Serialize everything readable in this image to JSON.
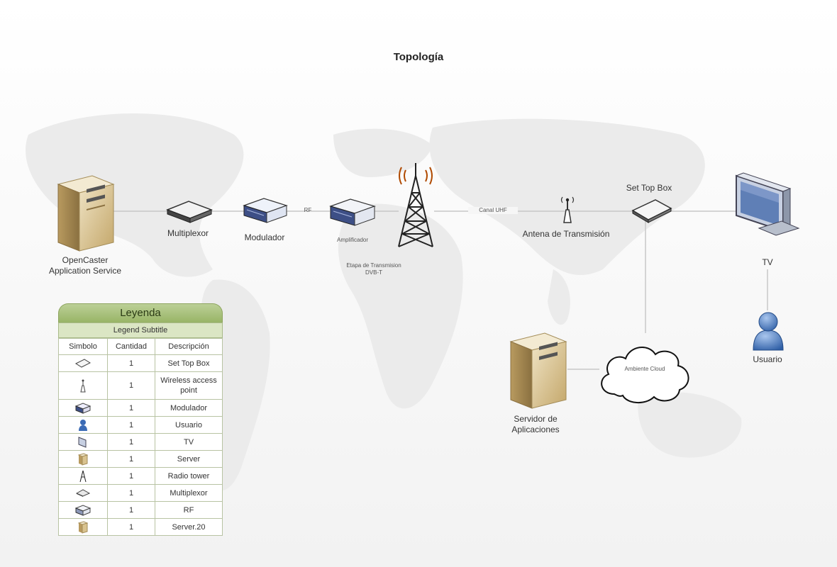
{
  "diagram": {
    "title": "Topología",
    "nodes": {
      "opencaster": "OpenCaster\nApplication Service",
      "multiplexor": "Multiplexor",
      "modulador": "Modulador",
      "rf_link": "RF",
      "amplificador": "Amplificador",
      "etapa": "Etapa de Transmision\nDVB-T",
      "canal": "Canal UHF",
      "antena": "Antena de Transmisión",
      "set_top_box": "Set Top Box",
      "tv": "TV",
      "usuario": "Usuario",
      "servidor": "Servidor de\nAplicaciones",
      "cloud": "Ambiente Cloud"
    }
  },
  "legend": {
    "title": "Leyenda",
    "subtitle": "Legend Subtitle",
    "headers": [
      "Simbolo",
      "Cantidad",
      "Descripción"
    ],
    "rows": [
      {
        "icon": "set-top-box-icon",
        "qty": "1",
        "desc": "Set Top Box"
      },
      {
        "icon": "wireless-access-point-icon",
        "qty": "1",
        "desc": "Wireless access point"
      },
      {
        "icon": "modulador-icon",
        "qty": "1",
        "desc": "Modulador"
      },
      {
        "icon": "usuario-icon",
        "qty": "1",
        "desc": "Usuario"
      },
      {
        "icon": "tv-icon",
        "qty": "1",
        "desc": "TV"
      },
      {
        "icon": "server-icon",
        "qty": "1",
        "desc": "Server"
      },
      {
        "icon": "radio-tower-icon",
        "qty": "1",
        "desc": "Radio tower"
      },
      {
        "icon": "multiplexor-icon",
        "qty": "1",
        "desc": "Multiplexor"
      },
      {
        "icon": "rf-icon",
        "qty": "1",
        "desc": "RF"
      },
      {
        "icon": "server-20-icon",
        "qty": "1",
        "desc": "Server.20"
      }
    ]
  }
}
